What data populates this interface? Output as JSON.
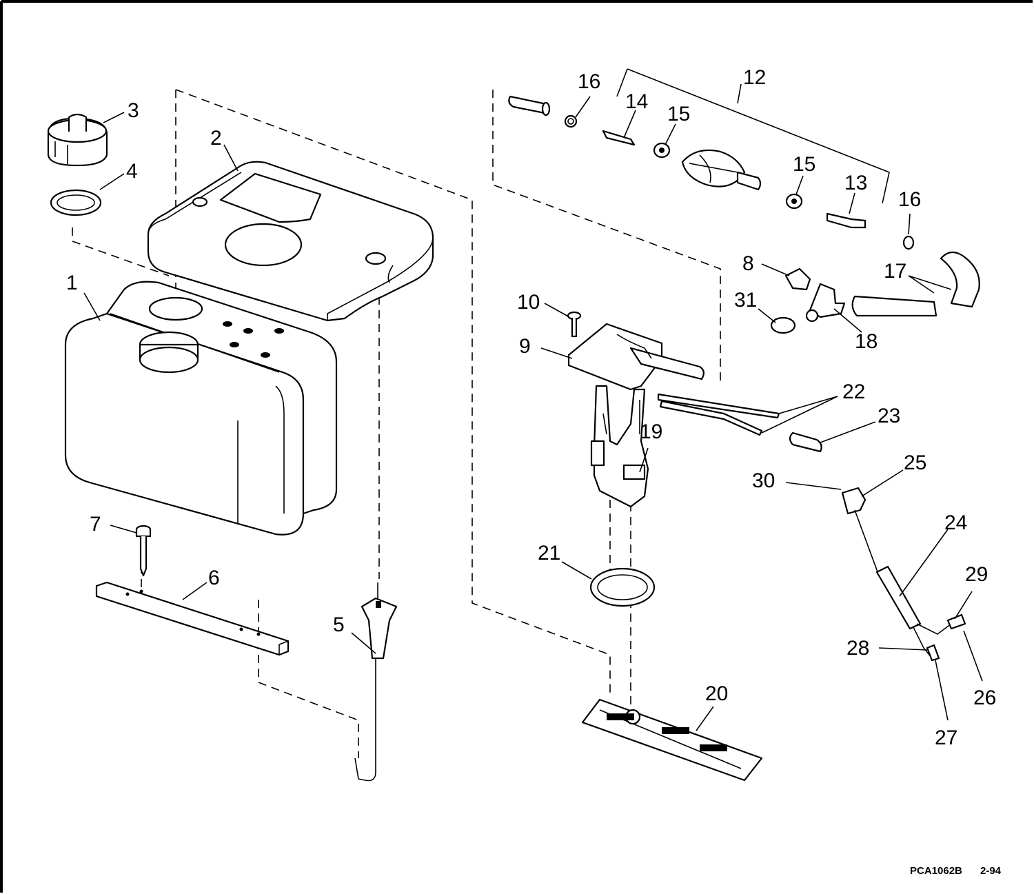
{
  "diagram": {
    "drawing_code": "PCA1062B",
    "revision_date": "2-94",
    "callouts": [
      "1",
      "2",
      "3",
      "4",
      "5",
      "6",
      "7",
      "8",
      "9",
      "10",
      "12",
      "13",
      "14",
      "15",
      "15",
      "16",
      "16",
      "17",
      "18",
      "19",
      "20",
      "21",
      "22",
      "23",
      "24",
      "25",
      "26",
      "27",
      "28",
      "29",
      "30",
      "31"
    ]
  }
}
